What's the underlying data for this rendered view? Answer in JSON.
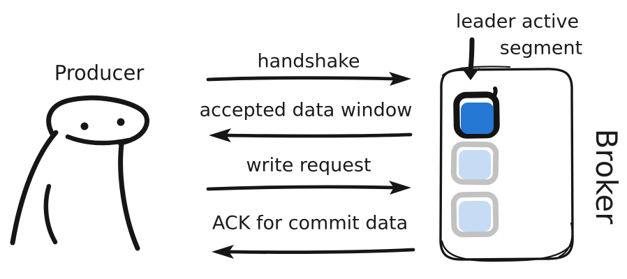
{
  "diagram": {
    "producer_label": "Producer",
    "broker_label": "Broker",
    "leader_annotation": {
      "line1": "leader active",
      "line2": "segment"
    },
    "messages": [
      {
        "label": "handshake",
        "from": "producer",
        "to": "broker",
        "direction": "right"
      },
      {
        "label": "accepted data window",
        "from": "broker",
        "to": "producer",
        "direction": "left"
      },
      {
        "label": "write request",
        "from": "producer",
        "to": "broker",
        "direction": "right"
      },
      {
        "label": "ACK for commit data",
        "from": "broker",
        "to": "producer",
        "direction": "left"
      }
    ],
    "segments": [
      {
        "state": "active"
      },
      {
        "state": "inactive"
      },
      {
        "state": "inactive"
      }
    ],
    "colors": {
      "ink": "#161616",
      "active_segment_fill": "#2577d4",
      "active_segment_outline": "#141414",
      "inactive_segment_fill": "#c6dcf5",
      "inactive_segment_outline": "#c2c2c2"
    }
  }
}
